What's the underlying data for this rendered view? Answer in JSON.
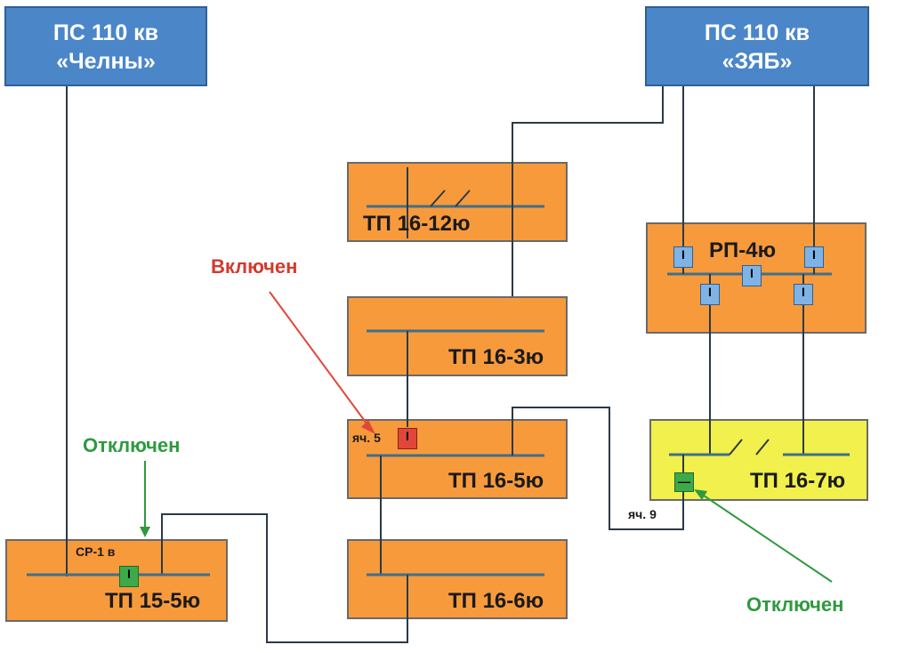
{
  "substations": {
    "chelny": {
      "line1": "ПС 110 кв",
      "line2": "«Челны»"
    },
    "zyab": {
      "line1": "ПС 110 кв",
      "line2": "«ЗЯБ»"
    }
  },
  "tp": {
    "tp16_12": "ТП 16-12ю",
    "tp16_3": "ТП 16-3ю",
    "tp16_5": "ТП 16-5ю",
    "tp16_6": "ТП 16-6ю",
    "tp15_5": "ТП 15-5ю",
    "rp4": "РП-4ю",
    "tp16_7": "ТП 16-7ю"
  },
  "cells": {
    "yach5": "яч. 5",
    "yach9": "яч. 9",
    "sr1": "СР-1 в"
  },
  "switch_symbols": {
    "closed": "I",
    "open": "—"
  },
  "annotations": {
    "on": "Включен",
    "off_left": "Отключен",
    "off_right": "Отключен"
  },
  "colors": {
    "substation": "#4a86c8",
    "tp_station": "#f79a3c",
    "tp_highlight": "#f1f04c",
    "breaker_on": "#e0473a",
    "breaker_off": "#3daa4a",
    "breaker_cell": "#7fb3e6",
    "on_text": "#d23a2e",
    "off_text": "#2e9a3e"
  }
}
